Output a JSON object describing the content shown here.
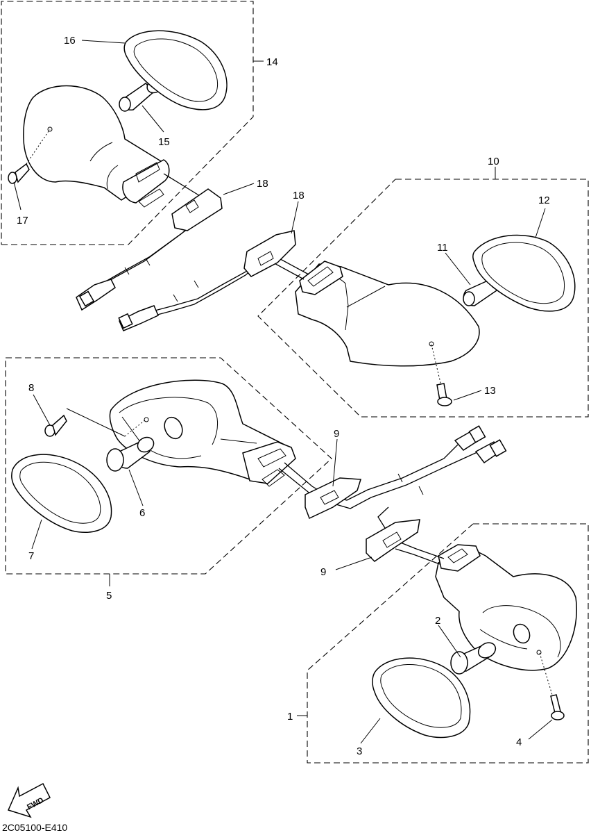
{
  "callouts": {
    "c1": "1",
    "c2": "2",
    "c3": "3",
    "c4": "4",
    "c5": "5",
    "c6": "6",
    "c7": "7",
    "c8": "8",
    "c9a": "9",
    "c9b": "9",
    "c10": "10",
    "c11": "11",
    "c12": "12",
    "c13": "13",
    "c14": "14",
    "c15": "15",
    "c16": "16",
    "c17": "17",
    "c18a": "18",
    "c18b": "18"
  },
  "fwd_label": "FWD",
  "diagram_code": "2C05100-E410"
}
